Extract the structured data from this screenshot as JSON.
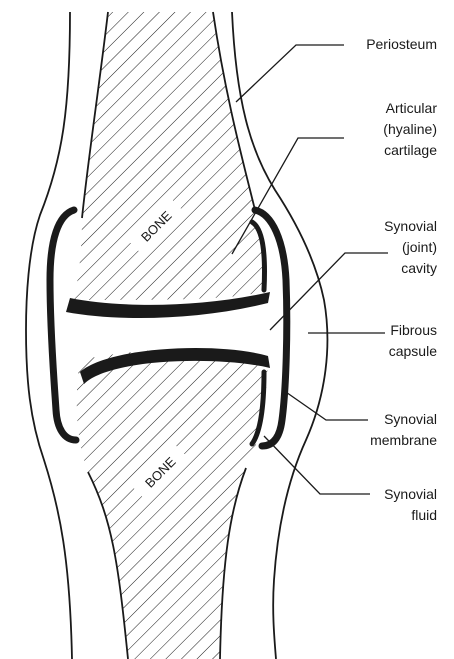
{
  "labels": {
    "periosteum": [
      "Periosteum"
    ],
    "cartilage": [
      "Articular",
      "(hyaline)",
      "cartilage"
    ],
    "cavity": [
      "Synovial",
      "(joint)",
      "cavity"
    ],
    "capsule": [
      "Fibrous",
      "capsule"
    ],
    "membrane": [
      "Synovial",
      "membrane"
    ],
    "fluid": [
      "Synovial",
      "fluid"
    ]
  },
  "bone_upper": "BONE",
  "bone_lower": "BONE",
  "colors": {
    "ink": "#1a1a1a",
    "background": "#ffffff"
  }
}
